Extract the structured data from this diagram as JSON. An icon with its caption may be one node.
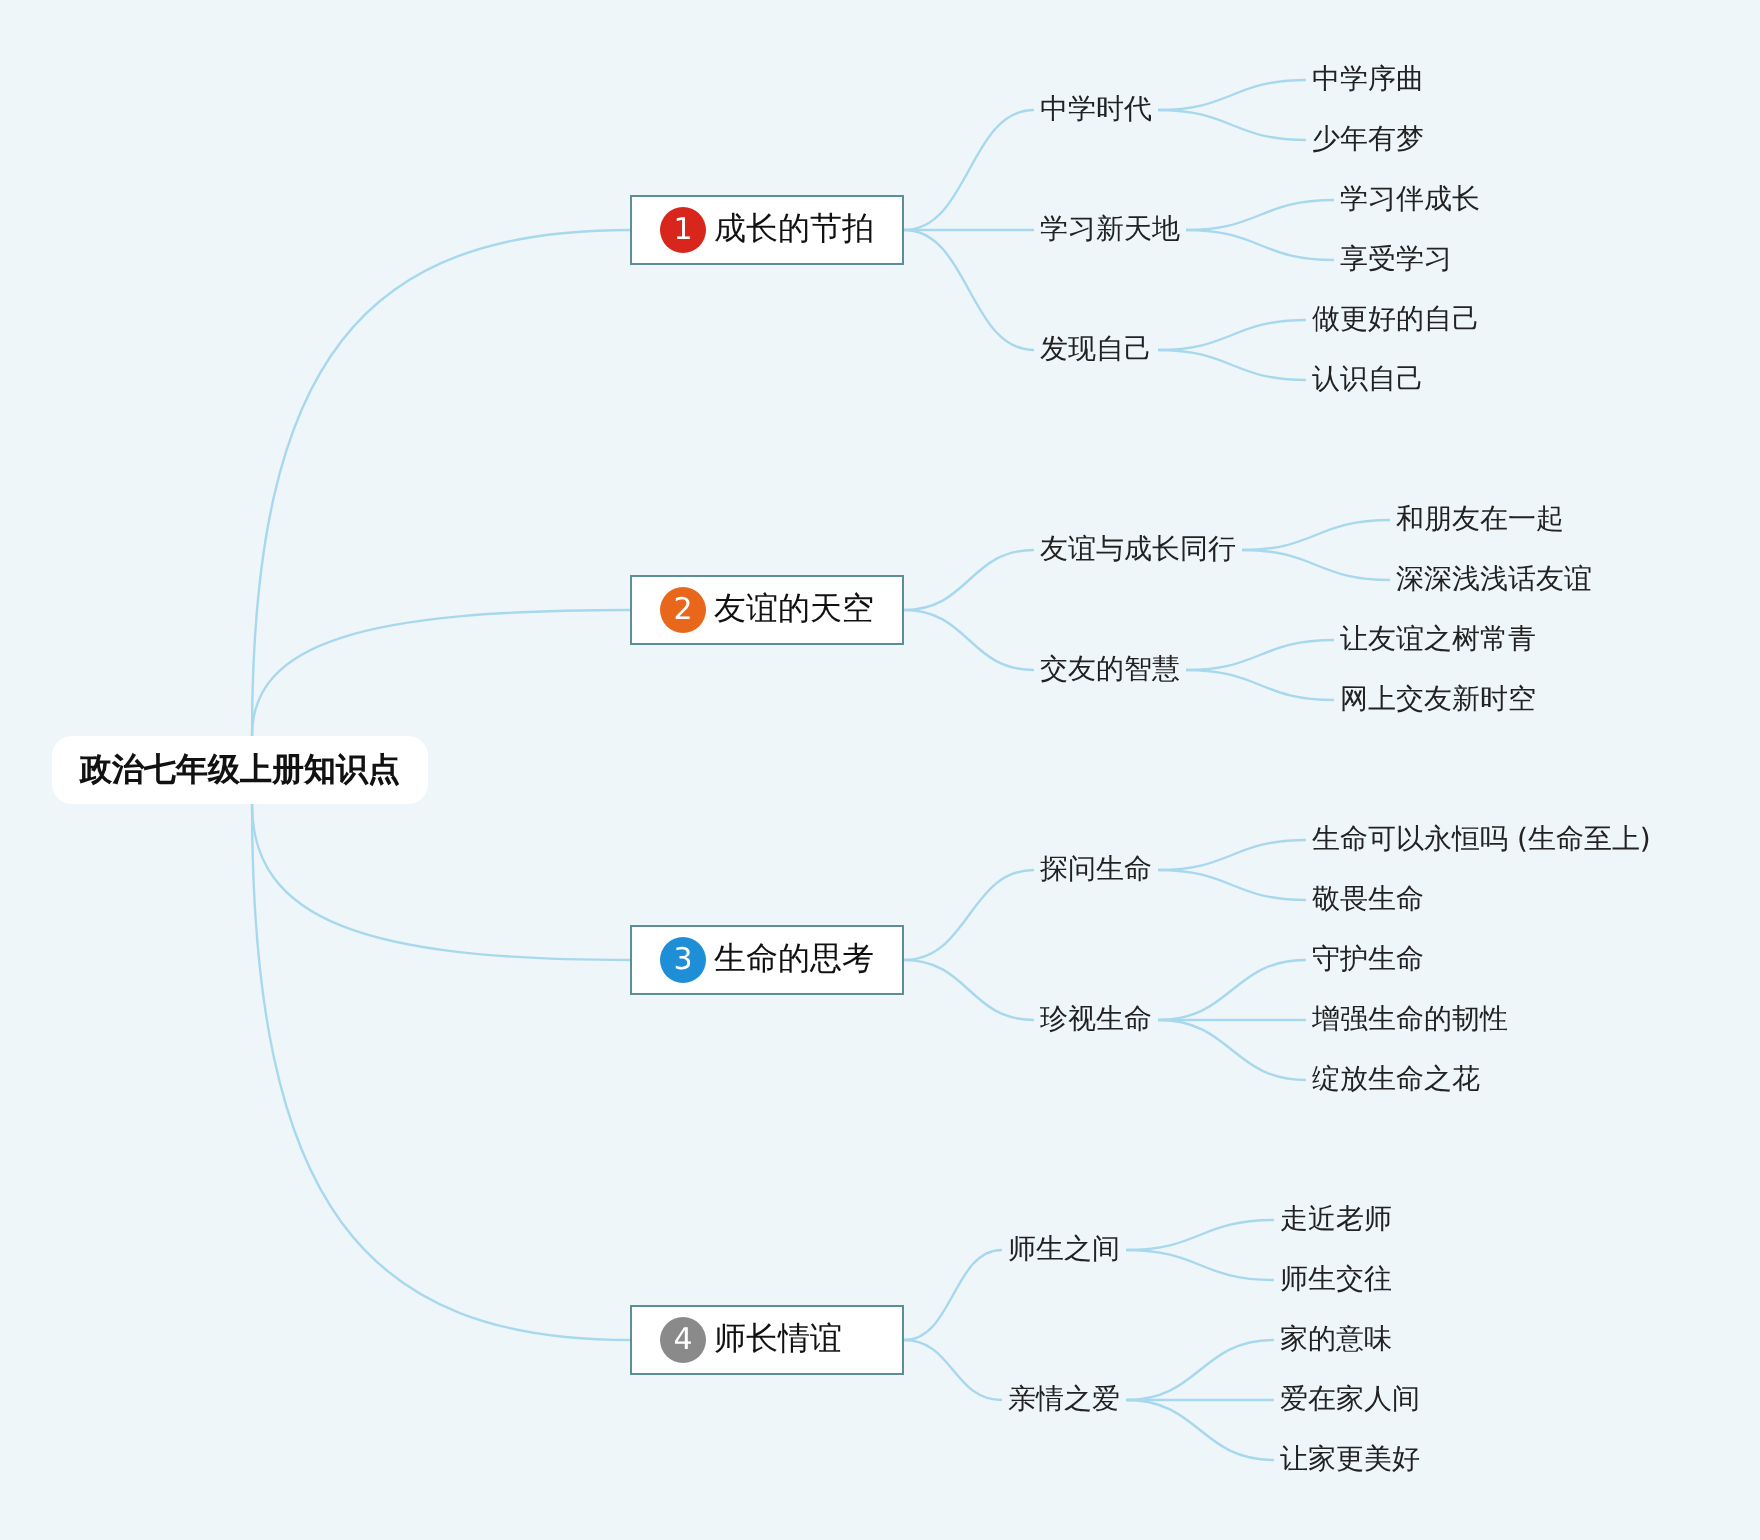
{
  "diagram": {
    "nodes": [
      {
        "text": [
          "政治七年级上册知识点"
        ]
      },
      {
        "text": [
          "1",
          "成长的节拍"
        ]
      },
      {
        "text": [
          "中学时代"
        ]
      },
      {
        "text": [
          "中学序曲"
        ]
      },
      {
        "text": [
          "少年有梦"
        ]
      },
      {
        "text": [
          "学习新天地"
        ]
      },
      {
        "text": [
          "学习伴成长"
        ]
      },
      {
        "text": [
          "享受学习"
        ]
      },
      {
        "text": [
          "发现自己"
        ]
      },
      {
        "text": [
          "做更好的自己"
        ]
      },
      {
        "text": [
          "认识自己"
        ]
      },
      {
        "text": [
          "2",
          "友谊的天空"
        ]
      },
      {
        "text": [
          "友谊与成长同行"
        ]
      },
      {
        "text": [
          "和朋友在一起"
        ]
      },
      {
        "text": [
          "深深浅浅话友谊"
        ]
      },
      {
        "text": [
          "交友的智慧"
        ]
      },
      {
        "text": [
          "让友谊之树常青"
        ]
      },
      {
        "text": [
          "网上交友新时空"
        ]
      },
      {
        "text": [
          "3",
          "生命的思考"
        ]
      },
      {
        "text": [
          "探问生命"
        ]
      },
      {
        "text": [
          "生命可以永恒吗 (生命至上)"
        ]
      },
      {
        "text": [
          "敬畏生命"
        ]
      },
      {
        "text": [
          "珍视生命"
        ]
      },
      {
        "text": [
          "守护生命"
        ]
      },
      {
        "text": [
          "增强生命的韧性"
        ]
      },
      {
        "text": [
          "绽放生命之花"
        ]
      },
      {
        "text": [
          "4",
          "师长情谊"
        ]
      },
      {
        "text": [
          "师生之间"
        ]
      },
      {
        "text": [
          "走近老师"
        ]
      },
      {
        "text": [
          "师生交往"
        ]
      },
      {
        "text": [
          "亲情之爱"
        ]
      },
      {
        "text": [
          "家的意味"
        ]
      },
      {
        "text": [
          "爱在家人间"
        ]
      },
      {
        "text": [
          "让家更美好"
        ]
      }
    ],
    "edges": [
      {
        "from": 0,
        "to": 1,
        "arrow": "none"
      },
      {
        "from": 1,
        "to": 2,
        "arrow": "none"
      },
      {
        "from": 2,
        "to": 3,
        "arrow": "none"
      },
      {
        "from": 2,
        "to": 4,
        "arrow": "none"
      },
      {
        "from": 1,
        "to": 5,
        "arrow": "none"
      },
      {
        "from": 5,
        "to": 6,
        "arrow": "none"
      },
      {
        "from": 5,
        "to": 7,
        "arrow": "none"
      },
      {
        "from": 1,
        "to": 8,
        "arrow": "none"
      },
      {
        "from": 8,
        "to": 9,
        "arrow": "none"
      },
      {
        "from": 8,
        "to": 10,
        "arrow": "none"
      },
      {
        "from": 0,
        "to": 11,
        "arrow": "none"
      },
      {
        "from": 11,
        "to": 12,
        "arrow": "none"
      },
      {
        "from": 12,
        "to": 13,
        "arrow": "none"
      },
      {
        "from": 12,
        "to": 14,
        "arrow": "none"
      },
      {
        "from": 11,
        "to": 15,
        "arrow": "none"
      },
      {
        "from": 15,
        "to": 16,
        "arrow": "none"
      },
      {
        "from": 15,
        "to": 17,
        "arrow": "none"
      },
      {
        "from": 0,
        "to": 18,
        "arrow": "none"
      },
      {
        "from": 18,
        "to": 19,
        "arrow": "none"
      },
      {
        "from": 19,
        "to": 20,
        "arrow": "none"
      },
      {
        "from": 19,
        "to": 21,
        "arrow": "none"
      },
      {
        "from": 18,
        "to": 22,
        "arrow": "none"
      },
      {
        "from": 22,
        "to": 23,
        "arrow": "none"
      },
      {
        "from": 22,
        "to": 24,
        "arrow": "none"
      },
      {
        "from": 22,
        "to": 25,
        "arrow": "none"
      },
      {
        "from": 0,
        "to": 26,
        "arrow": "none"
      },
      {
        "from": 26,
        "to": 27,
        "arrow": "none"
      },
      {
        "from": 27,
        "to": 28,
        "arrow": "none"
      },
      {
        "from": 27,
        "to": 29,
        "arrow": "none"
      },
      {
        "from": 26,
        "to": 30,
        "arrow": "none"
      },
      {
        "from": 30,
        "to": 31,
        "arrow": "none"
      },
      {
        "from": 30,
        "to": 32,
        "arrow": "none"
      },
      {
        "from": 30,
        "to": 33,
        "arrow": "none"
      }
    ]
  }
}
